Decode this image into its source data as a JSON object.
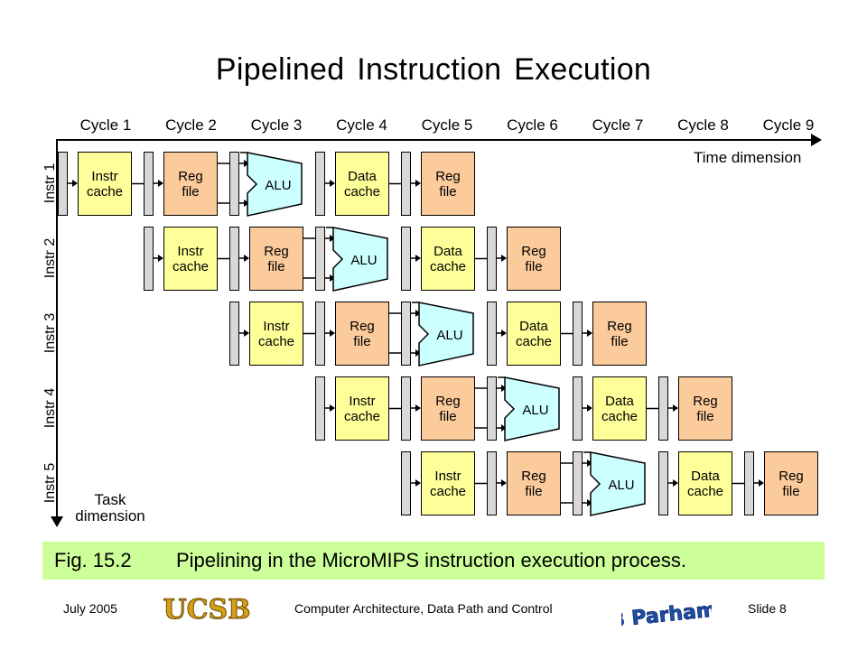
{
  "title": "Pipelined Instruction Execution",
  "cycles": [
    "Cycle 1",
    "Cycle 2",
    "Cycle 3",
    "Cycle 4",
    "Cycle 5",
    "Cycle 6",
    "Cycle 7",
    "Cycle 8",
    "Cycle 9"
  ],
  "instructions": [
    "Instr 1",
    "Instr 2",
    "Instr 3",
    "Instr 4",
    "Instr 5"
  ],
  "stages": {
    "instr_cache": "Instr\ncache",
    "reg_file": "Reg\nfile",
    "alu": "ALU",
    "data_cache": "Data\ncache"
  },
  "axes": {
    "time_dimension": "Time dimension",
    "task_dimension": "Task\ndimension"
  },
  "caption": {
    "fig": "Fig. 15.2",
    "text": "Pipelining in the MicroMIPS instruction execution process."
  },
  "footer": {
    "date": "July 2005",
    "course": "Computer Architecture, Data Path and Control",
    "slide": "Slide 8",
    "logo_text": "UCSB",
    "author_logo_text": "B Parhami"
  },
  "colors": {
    "instr_cache": "#ffff99",
    "reg_file": "#fbcb9c",
    "alu": "#ccffff",
    "data_cache": "#ffff99",
    "latch": "#d8d8d8",
    "caption_bg": "#ccff99",
    "ucsb_gold": "#d4a017",
    "author_blue": "#1f4ea8"
  }
}
